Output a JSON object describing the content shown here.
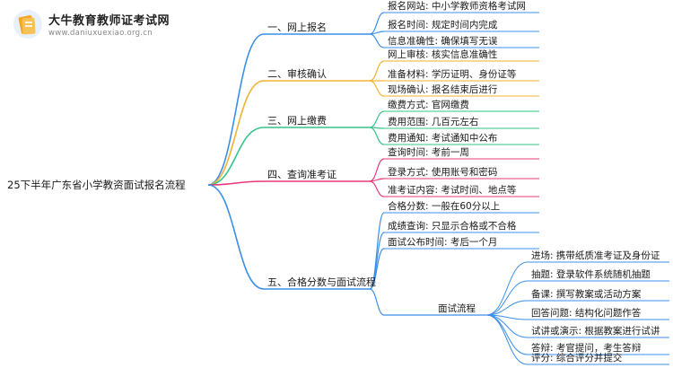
{
  "logo": {
    "title": "大牛教育教师证考试网",
    "url": "www.daniuxuexiao.org.cn"
  },
  "root": "25下半年广东省小学教资面试报名流程",
  "branches": [
    {
      "label": "一、网上报名",
      "color": "#3b8fe8",
      "children": [
        {
          "label": "报名网站: 中小学教师资格考试网"
        },
        {
          "label": "报名时间: 规定时间内完成"
        },
        {
          "label": "信息准确性: 确保填写无误"
        }
      ]
    },
    {
      "label": "二、审核确认",
      "color": "#f2b233",
      "children": [
        {
          "label": "网上审核: 核实信息准确性"
        },
        {
          "label": "准备材料: 学历证明、身份证等"
        },
        {
          "label": "现场确认: 报名结束后进行"
        }
      ]
    },
    {
      "label": "三、网上缴费",
      "color": "#36c48a",
      "children": [
        {
          "label": "缴费方式: 官网缴费"
        },
        {
          "label": "费用范围: 几百元左右"
        },
        {
          "label": "费用通知: 考试通知中公布"
        }
      ]
    },
    {
      "label": "四、查询准考证",
      "color": "#e8387a",
      "children": [
        {
          "label": "查询时间: 考前一周"
        },
        {
          "label": "登录方式: 使用账号和密码"
        },
        {
          "label": "准考证内容: 考试时间、地点等"
        }
      ]
    },
    {
      "label": "五、合格分数与面试流程",
      "color": "#3b8fe8",
      "children": [
        {
          "label": "合格分数: 一般在60分以上"
        },
        {
          "label": "成绩查询: 只显示合格或不合格"
        },
        {
          "label": "面试公布时间: 考后一个月"
        },
        {
          "label": "面试流程",
          "children": [
            {
              "label": "进场: 携带纸质准考证及身份证"
            },
            {
              "label": "抽题: 登录软件系统随机抽题"
            },
            {
              "label": "备课: 撰写教案或活动方案"
            },
            {
              "label": "回答问题: 结构化问题作答"
            },
            {
              "label": "试讲或演示: 根据教案进行试讲"
            },
            {
              "label": "答辩: 考官提问，考生答辩"
            },
            {
              "label": "评分: 综合评分并提交"
            }
          ]
        }
      ]
    }
  ]
}
